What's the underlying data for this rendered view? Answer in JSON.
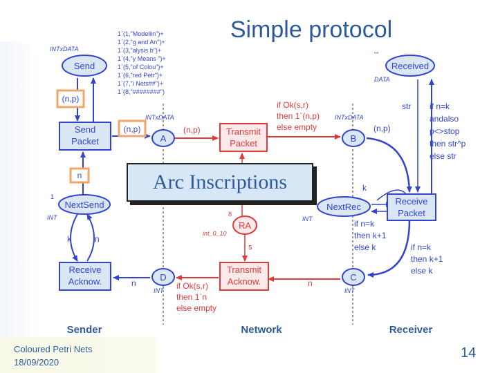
{
  "title": "Simple protocol",
  "footer": {
    "subject": "Coloured Petri Nets",
    "date": "18/09/2020",
    "page": "14"
  },
  "overlay_label": "Arc Inscriptions",
  "sections": {
    "sender": "Sender",
    "network": "Network",
    "receiver": "Receiver"
  },
  "places": {
    "send": "Send",
    "send_type": "INTxDATA",
    "a": "A",
    "a_type": "INTxDATA",
    "b": "B",
    "b_type": "INTxDATA",
    "received": "Received",
    "received_type": "DATA",
    "received_init": "\"\"",
    "next_send": "NextSend",
    "next_send_type": "INT",
    "next_send_init": "1",
    "next_rec": "NextRec",
    "next_rec_type": "INT",
    "ra": "RA",
    "ra_type": "int_0_10",
    "ra_init": "8",
    "d": "D",
    "d_type": "INT",
    "c": "C",
    "c_type": "INT"
  },
  "transitions": {
    "send_packet": [
      "Send",
      "Packet"
    ],
    "transmit_packet": [
      "Transmit",
      "Packet"
    ],
    "receive_packet": [
      "Receive",
      "Packet"
    ],
    "receive_acknow": [
      "Receive",
      "Acknow."
    ],
    "transmit_acknow": [
      "Transmit",
      "Acknow."
    ]
  },
  "initial_marking": [
    "1`(1,\"Modellin\")+",
    "1`(2,\"g and An\")+",
    "1`(3,\"alysis b\")+",
    "1`(4,\"y Means \")+",
    "1`(5,\"of Colou\")+",
    "1`(6,\"red Petr\")+",
    "1`(7,\"i Nets##\")+",
    "1`(8,\"########\")"
  ],
  "arc_labels": {
    "np_send": "(n,p)",
    "np_out": "(n,p)",
    "np_a": "(n,p)",
    "np_b": "(n,p)",
    "n_nextsend": "n",
    "k": "k",
    "n": "n",
    "k_rec": "k",
    "str": "str",
    "s": "s",
    "n_d": "n",
    "n_c": "n",
    "tp_guard": [
      "if Ok(s,r)",
      "then 1`(n,p)",
      "else empty"
    ],
    "ta_guard": [
      "if Ok(s,r)",
      "then 1`n",
      "else empty"
    ],
    "rp_str": [
      "if n=k",
      "andalso",
      "p<>stop",
      "then str^p",
      "else str"
    ],
    "rp_k": [
      "if n=k",
      "then k+1",
      "else k"
    ],
    "rp_k2": [
      "if n=k",
      "then k+1",
      "else k"
    ]
  },
  "colors": {
    "blue": "#3344cc",
    "red": "#e03a3a",
    "accent": "#2d5b9a",
    "fill": "#dbe6f4",
    "highlight": "#f0a56b"
  }
}
